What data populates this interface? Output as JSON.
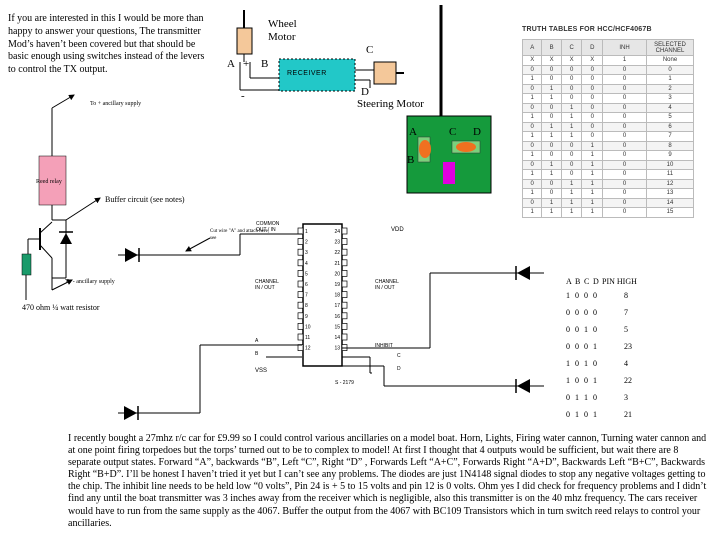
{
  "intro_text": "If you are interested in this I would be more than happy to answer your questions, The transmitter Mod’s haven’t been covered but that should be basic enough using switches instead of the levers to control the TX output.",
  "car_diagram": {
    "wheel_motor_label": "Wheel Motor",
    "receiver_label": "RECEIVER",
    "steering_motor_label": "Steering Motor",
    "letter_a": "A",
    "letter_b": "B",
    "letter_c": "C",
    "letter_d": "D",
    "plus": "+",
    "minus": "-",
    "board_a": "A",
    "board_b": "B",
    "board_c": "C",
    "board_d": "D",
    "colors": {
      "receiver": "#22c8c8",
      "board": "#159a3c",
      "board_orange": "#f07020",
      "board_magenta": "#e000e0",
      "motor": "#f4c89a"
    }
  },
  "truth_table": {
    "title": "TRUTH TABLES FOR HCC/HCF4067B",
    "headers": [
      "A",
      "B",
      "C",
      "D",
      "INH",
      "SELECTED CHANNEL"
    ],
    "rows": [
      [
        "X",
        "X",
        "X",
        "X",
        "1",
        "None"
      ],
      [
        "0",
        "0",
        "0",
        "0",
        "0",
        "0"
      ],
      [
        "1",
        "0",
        "0",
        "0",
        "0",
        "1"
      ],
      [
        "0",
        "1",
        "0",
        "0",
        "0",
        "2"
      ],
      [
        "1",
        "1",
        "0",
        "0",
        "0",
        "3"
      ],
      [
        "0",
        "0",
        "1",
        "0",
        "0",
        "4"
      ],
      [
        "1",
        "0",
        "1",
        "0",
        "0",
        "5"
      ],
      [
        "0",
        "1",
        "1",
        "0",
        "0",
        "6"
      ],
      [
        "1",
        "1",
        "1",
        "0",
        "0",
        "7"
      ],
      [
        "0",
        "0",
        "0",
        "1",
        "0",
        "8"
      ],
      [
        "1",
        "0",
        "0",
        "1",
        "0",
        "9"
      ],
      [
        "0",
        "1",
        "0",
        "1",
        "0",
        "10"
      ],
      [
        "1",
        "1",
        "0",
        "1",
        "0",
        "11"
      ],
      [
        "0",
        "0",
        "1",
        "1",
        "0",
        "12"
      ],
      [
        "1",
        "0",
        "1",
        "1",
        "0",
        "13"
      ],
      [
        "0",
        "1",
        "1",
        "1",
        "0",
        "14"
      ],
      [
        "1",
        "1",
        "1",
        "1",
        "0",
        "15"
      ]
    ]
  },
  "left_circuit": {
    "supply_plus": "To + ancillary supply",
    "reed_relay": "Reed relay",
    "buffer_circuit": "Buffer circuit (see notes)",
    "supply_minus": "To - ancillary supply",
    "resistor": "470 ohm ¼ watt resistor",
    "cut_wire": "Cut wire \"A\" and attach here, see",
    "colors": {
      "relay": "#f4a0b8",
      "led": "#1a9a6a"
    }
  },
  "chip": {
    "common_out_in": "COMMON OUT / IN",
    "vdd": "VDD",
    "channel_left": "CHANNEL IN / OUT",
    "channel_right": "CHANNEL IN / OUT",
    "inhibit": "INHIBIT",
    "a": "A",
    "b": "B",
    "vss": "VSS",
    "c": "C",
    "d": "D",
    "part": "S - 2179",
    "left_pins": [
      "1",
      "2",
      "3",
      "4",
      "5",
      "6",
      "7",
      "8",
      "9",
      "10",
      "11",
      "12"
    ],
    "right_pins": [
      "24",
      "23",
      "22",
      "21",
      "20",
      "19",
      "18",
      "17",
      "16",
      "15",
      "14",
      "13"
    ]
  },
  "pin_table": {
    "header": [
      "A",
      "B",
      "C",
      "D",
      "PIN HIGH"
    ],
    "rows": [
      [
        "1",
        "0",
        "0",
        "0",
        "8"
      ],
      [
        "0",
        "0",
        "0",
        "0",
        "7"
      ],
      [
        "0",
        "0",
        "1",
        "0",
        "5"
      ],
      [
        "0",
        "0",
        "0",
        "1",
        "23"
      ],
      [
        "1",
        "0",
        "1",
        "0",
        "4"
      ],
      [
        "1",
        "0",
        "0",
        "1",
        "22"
      ],
      [
        "0",
        "1",
        "1",
        "0",
        "3"
      ],
      [
        "0",
        "1",
        "0",
        "1",
        "21"
      ]
    ]
  },
  "story_text": "I recently bought a 27mhz r/c car for £9.99 so I could control various ancillaries on a model boat. Horn, Lights, Firing water cannon, Turning water cannon and at one point firing torpedoes but the torps’ turned out to be to complex to model! At first I thought that 4 outputs would be sufficient, but wait there are 8 separate output states. Forward “A”, backwards “B”, Left “C”, Right “D” , Forwards Left “A+C”, Forwards Right “A+D”, Backwards Left “B+C”, Backwards Right “B+D”. I’ll be honest I haven’t tried it yet but I can’t see any problems. The diodes are just 1N4148 signal diodes to stop any negative voltages getting to the chip. The inhibit line needs to be held low “0 volts”, Pin 24 is + 5 to 15 volts and pin 12 is 0 volts. Ohm yes I did check for frequency problems and I didn’t find any until the boat transmitter was 3 inches away from the receiver which is negligible, also this transmitter is on the 40 mhz frequency. The cars receiver would have to run from the same supply as the 4067. Buffer the output from the 4067 with BC109 Transistors which in turn switch reed relays to control your ancillaries."
}
